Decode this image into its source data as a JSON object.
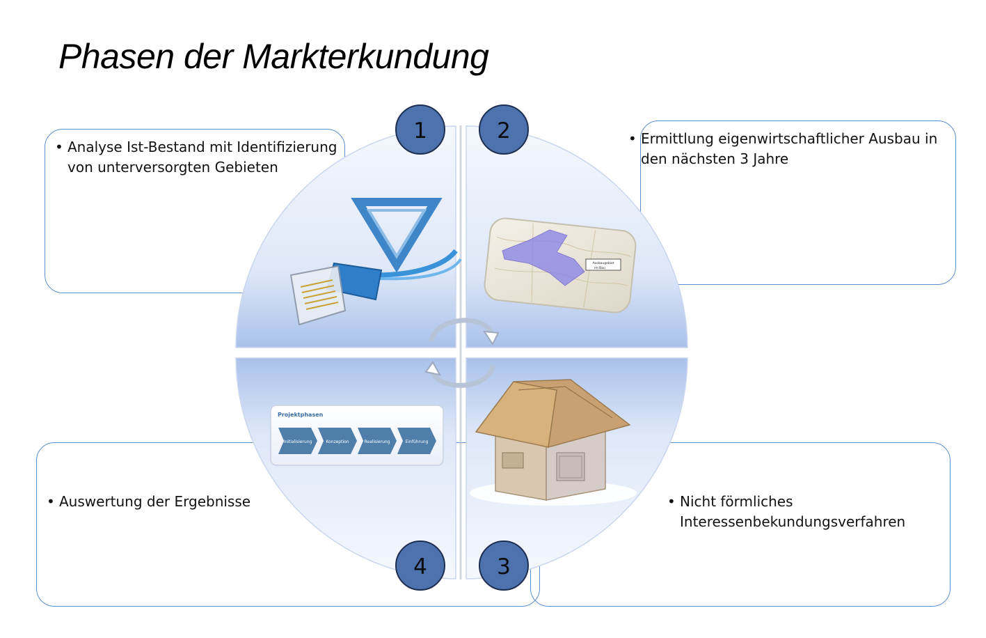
{
  "title": "Phasen der Markterkundung",
  "colors": {
    "border": "#5a8fcd",
    "circle_fill": "#4d72ad",
    "quadrant_light": "#eaf0fb",
    "quadrant_dark": "#aec4ea"
  },
  "phases": [
    {
      "number": "1",
      "text_line1": "Analyse Ist-Bestand mit Identifizierung",
      "text_line2": "von  unterversorgten Gebieten",
      "icon": "network-cable-icon"
    },
    {
      "number": "2",
      "text_line1": "Ermittlung eigenwirtschaftlicher Ausbau in",
      "text_line2": "den nächsten 3 Jahre",
      "icon": "map-icon"
    },
    {
      "number": "3",
      "text_line1": "Nicht förmliches",
      "text_line2": "Interessenbekundungsverfahren",
      "icon": "euro-house-icon"
    },
    {
      "number": "4",
      "text_line1": "Auswertung der Ergebnisse",
      "text_line2": "",
      "icon": "project-phases-icon"
    }
  ],
  "project_card": {
    "title": "Projektphasen",
    "steps": [
      "Initialisierung",
      "Konzeption",
      "Realisierung",
      "Einführung"
    ]
  },
  "map_label_line1": "Ausbaugebiet",
  "map_label_line2": "im Bau"
}
